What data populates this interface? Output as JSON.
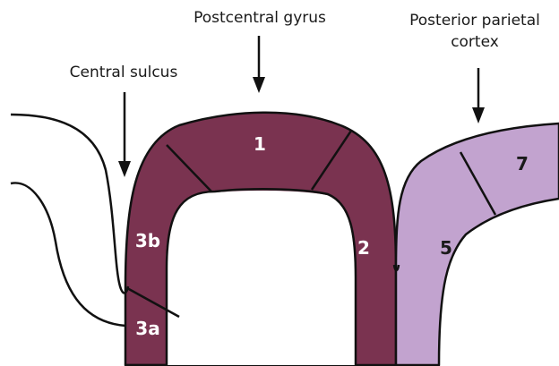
{
  "labels": {
    "central_sulcus": "Central sulcus",
    "postcentral_gyrus": "Postcentral gyrus",
    "posterior_parietal_line1": "Posterior parietal",
    "posterior_parietal_line2": "cortex"
  },
  "regions": {
    "r1": "1",
    "r2": "2",
    "r3a": "3a",
    "r3b": "3b",
    "r5": "5",
    "r7": "7"
  },
  "colors": {
    "somatosensory": "#7a3350",
    "posterior_parietal": "#c2a3cf",
    "outline": "#111111"
  }
}
